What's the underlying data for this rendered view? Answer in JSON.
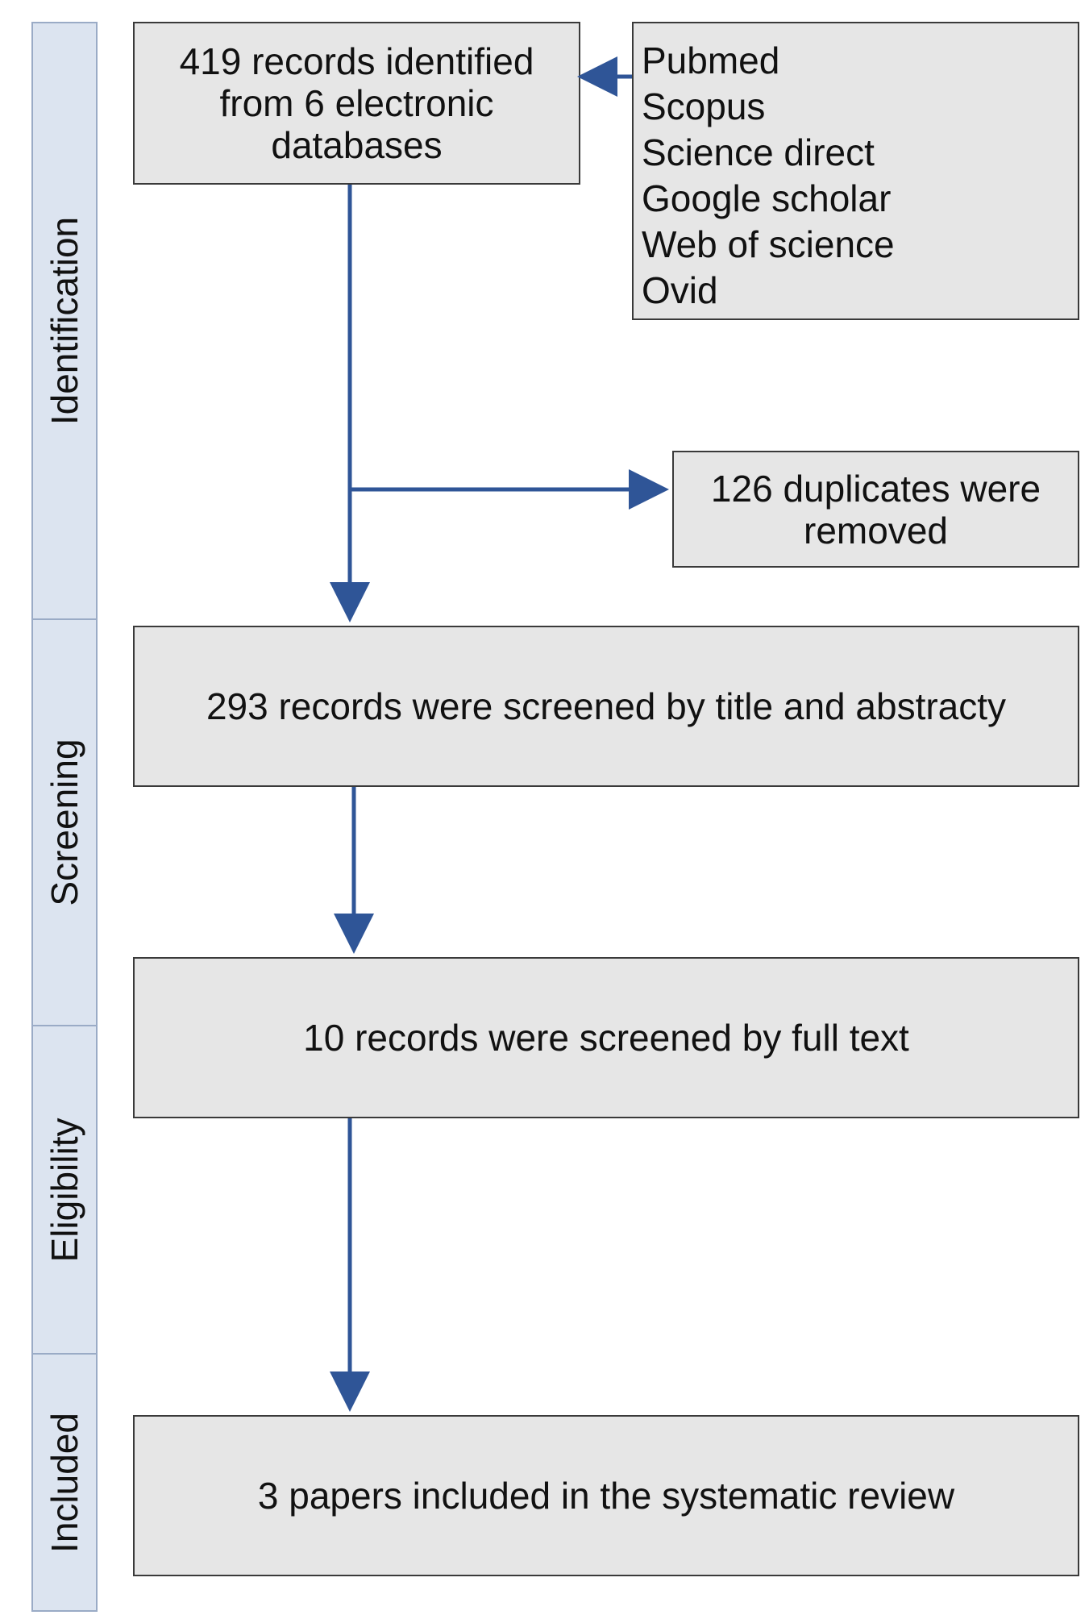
{
  "stages": [
    {
      "key": "identification",
      "label": "Identification"
    },
    {
      "key": "screening",
      "label": "Screening"
    },
    {
      "key": "eligibility",
      "label": "Eligibility"
    },
    {
      "key": "included",
      "label": "Included"
    }
  ],
  "boxes": {
    "identified": "419 records identified from 6 electronic databases",
    "sources": [
      "Pubmed",
      "Scopus",
      "Science direct",
      "Google scholar",
      "Web of science",
      "Ovid"
    ],
    "duplicates": "126 duplicates were removed",
    "screened_title": "293 records were screened by title and abstracty",
    "screened_full": "10 records were screened by full text",
    "included": "3 papers included in the systematic review"
  },
  "colors": {
    "arrow": "#2f5597",
    "box_fill": "#e6e6e6",
    "stage_fill": "#dce4f0"
  }
}
